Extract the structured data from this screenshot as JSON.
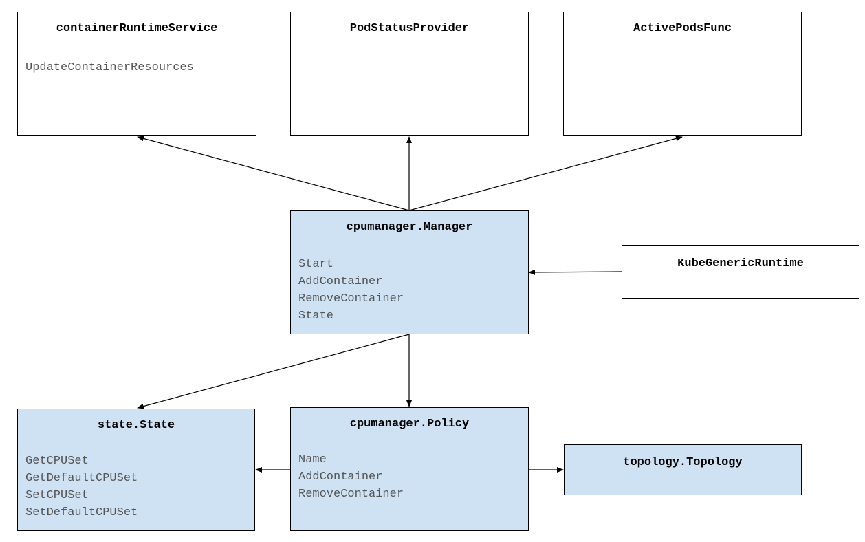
{
  "colors": {
    "component_fill": "#cfe2f3",
    "external_fill": "#ffffff",
    "border": "#000000",
    "title_text": "#000000",
    "method_text": "#555555",
    "arrow": "#000000"
  },
  "boxes": {
    "containerRuntimeService": {
      "title": "containerRuntimeService",
      "methods": [
        "UpdateContainerResources"
      ]
    },
    "PodStatusProvider": {
      "title": "PodStatusProvider",
      "methods": []
    },
    "ActivePodsFunc": {
      "title": "ActivePodsFunc",
      "methods": []
    },
    "cpumanagerManager": {
      "title": "cpumanager.Manager",
      "methods": [
        "Start",
        "AddContainer",
        "RemoveContainer",
        "State"
      ]
    },
    "KubeGenericRuntime": {
      "title": "KubeGenericRuntime",
      "methods": []
    },
    "stateState": {
      "title": "state.State",
      "methods": [
        "GetCPUSet",
        "GetDefaultCPUSet",
        "SetCPUSet",
        "SetDefaultCPUSet"
      ]
    },
    "cpumanagerPolicy": {
      "title": "cpumanager.Policy",
      "methods": [
        "Name",
        "AddContainer",
        "RemoveContainer"
      ]
    },
    "topologyTopology": {
      "title": "topology.Topology",
      "methods": []
    }
  },
  "edges": [
    {
      "from": "cpumanager.Manager",
      "to": "containerRuntimeService"
    },
    {
      "from": "cpumanager.Manager",
      "to": "PodStatusProvider"
    },
    {
      "from": "cpumanager.Manager",
      "to": "ActivePodsFunc"
    },
    {
      "from": "KubeGenericRuntime",
      "to": "cpumanager.Manager"
    },
    {
      "from": "cpumanager.Manager",
      "to": "state.State"
    },
    {
      "from": "cpumanager.Manager",
      "to": "cpumanager.Policy"
    },
    {
      "from": "cpumanager.Policy",
      "to": "state.State"
    },
    {
      "from": "cpumanager.Policy",
      "to": "topology.Topology"
    }
  ]
}
